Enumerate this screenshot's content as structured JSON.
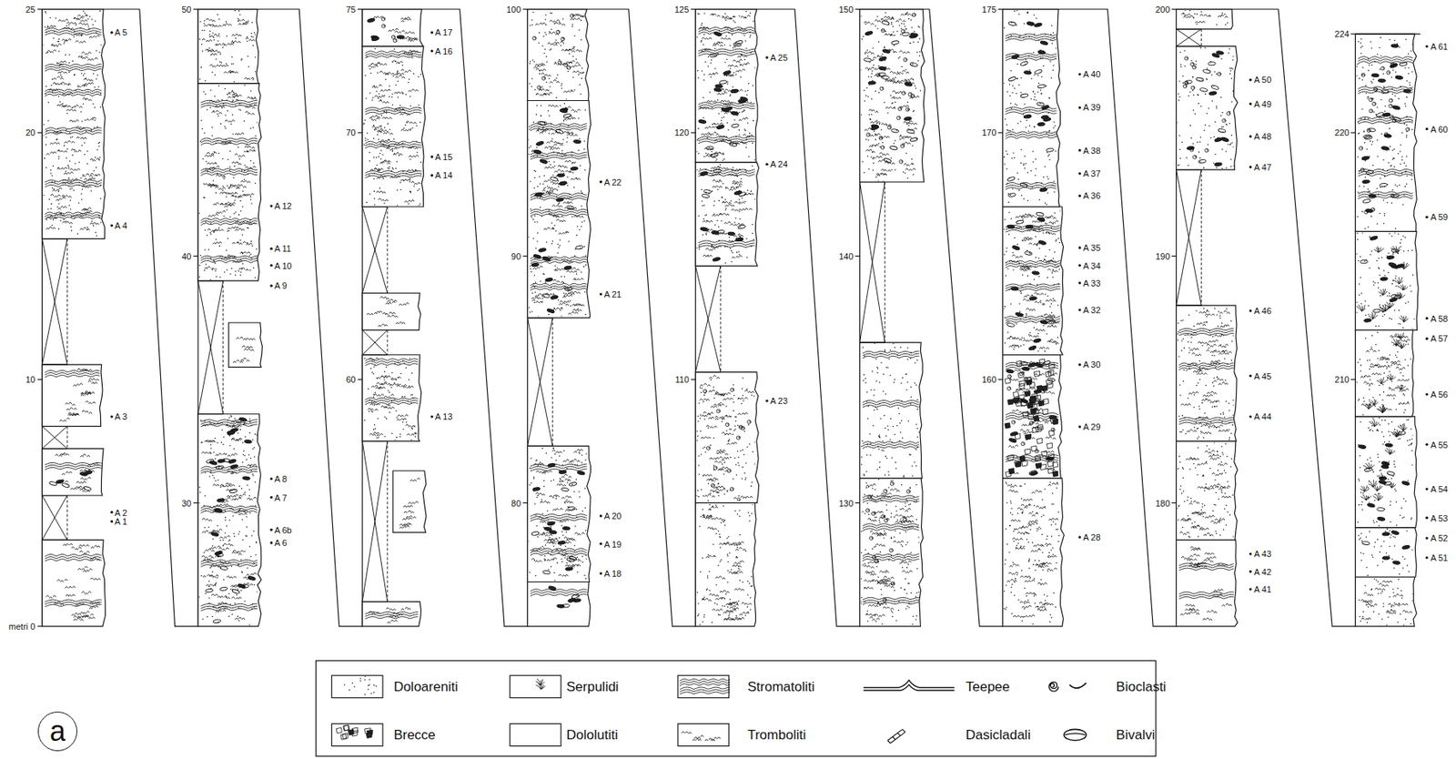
{
  "diagram": {
    "nodes": [
      {
        "text": [
          "a"
        ]
      }
    ],
    "labels": [
      "25",
      "20",
      "10",
      "metri 0",
      "A 5",
      "A 4",
      "A 3",
      "A 2",
      "A 1",
      "50",
      "40",
      "30",
      "A 12",
      "A 11",
      "A 10",
      "A 9",
      "A 8",
      "A 7",
      "A 6b",
      "A 6",
      "75",
      "70",
      "60",
      "A 17",
      "A 16",
      "A 15",
      "A 14",
      "A 13",
      "100",
      "90",
      "80",
      "A 22",
      "A 21",
      "A 20",
      "A 19",
      "A 18",
      "125",
      "120",
      "110",
      "A 25",
      "A 24",
      "A 23",
      "150",
      "140",
      "130",
      "175",
      "170",
      "160",
      "A 40",
      "A 39",
      "A 38",
      "A 37",
      "A 36",
      "A 35",
      "A 34",
      "A 33",
      "A 32",
      "A 30",
      "A 29",
      "A 28",
      "200",
      "190",
      "180",
      "A 50",
      "A 49",
      "A 48",
      "A 47",
      "A 46",
      "A 45",
      "A 44",
      "A 43",
      "A 42",
      "A 41",
      "224",
      "220",
      "210",
      "A 61",
      "A 60",
      "A 59",
      "A 58",
      "A 57",
      "A 56",
      "A 55",
      "A 54",
      "A 53",
      "A 52",
      "A 51"
    ],
    "legend": [
      {
        "text": "Doloareniti"
      },
      {
        "text": "Serpulidi"
      },
      {
        "text": "Stromatoliti"
      },
      {
        "text": "Teepee"
      },
      {
        "text": "Bioclasti"
      },
      {
        "text": "Brecce"
      },
      {
        "text": "Dololutiti"
      },
      {
        "text": "Tromboliti"
      },
      {
        "text": "Dasicladali"
      },
      {
        "text": "Bivalvi"
      }
    ]
  }
}
